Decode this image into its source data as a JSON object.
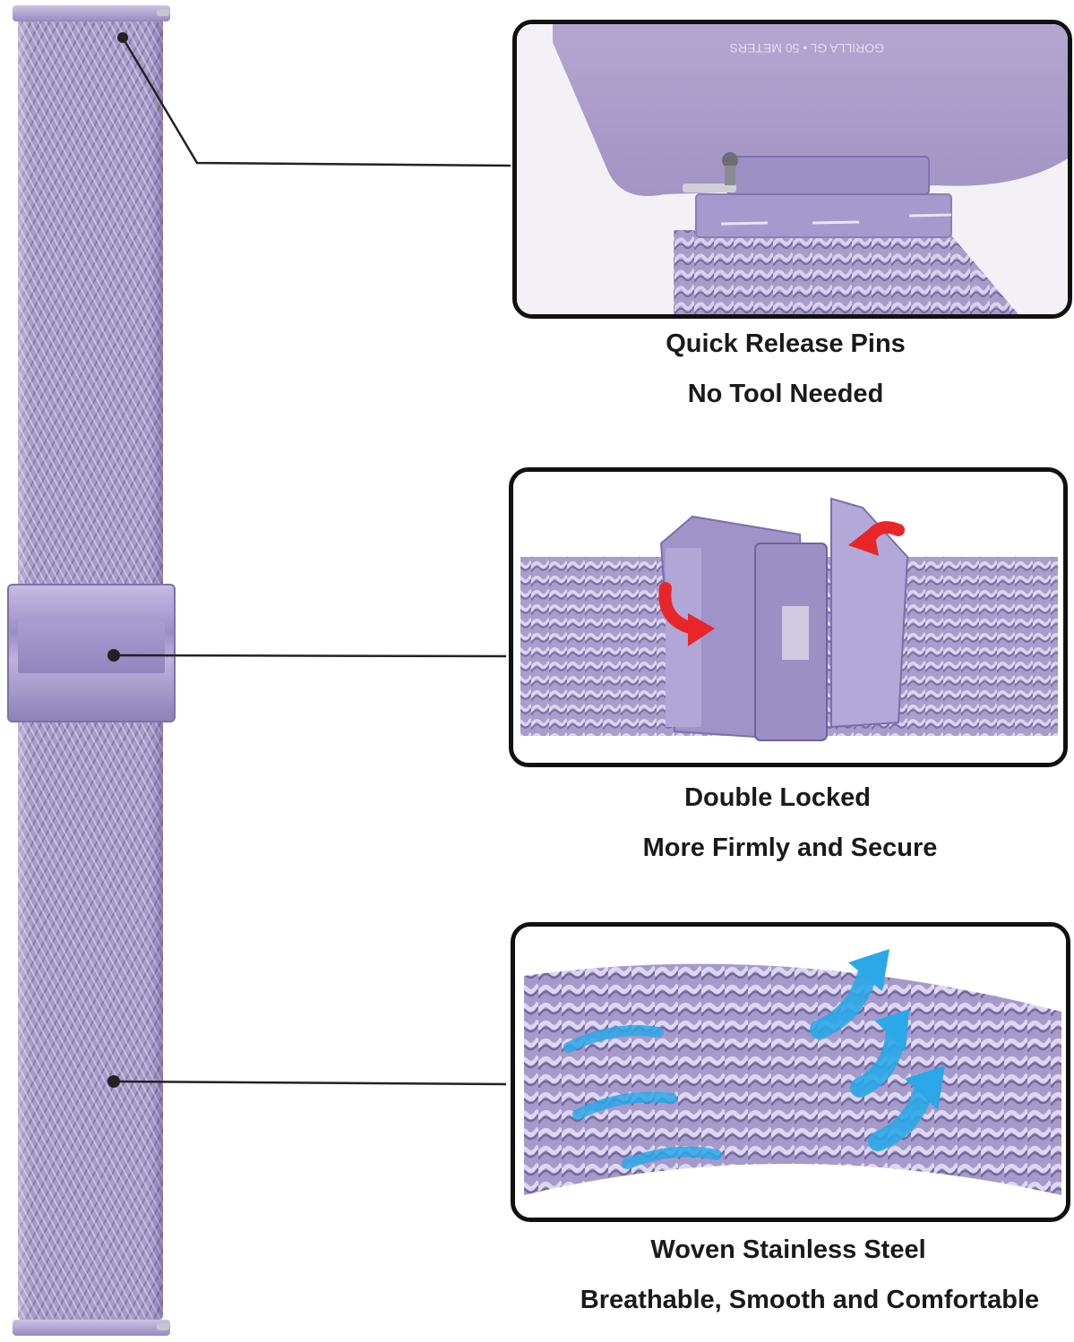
{
  "colors": {
    "strap_purple": "#a79bc9",
    "arrow_red": "#e8262a",
    "arrow_blue": "#2aa8e8",
    "frame_black": "#111111"
  },
  "features": [
    {
      "title": "Quick Release Pins",
      "subtitle": "No Tool Needed"
    },
    {
      "title": "Double Locked",
      "subtitle": "More Firmly and Secure"
    },
    {
      "title": "Woven Stainless Steel",
      "subtitle": "Breathable, Smooth and Comfortable"
    }
  ],
  "watch_case_text": "GORILLA GL • 50 METERS"
}
